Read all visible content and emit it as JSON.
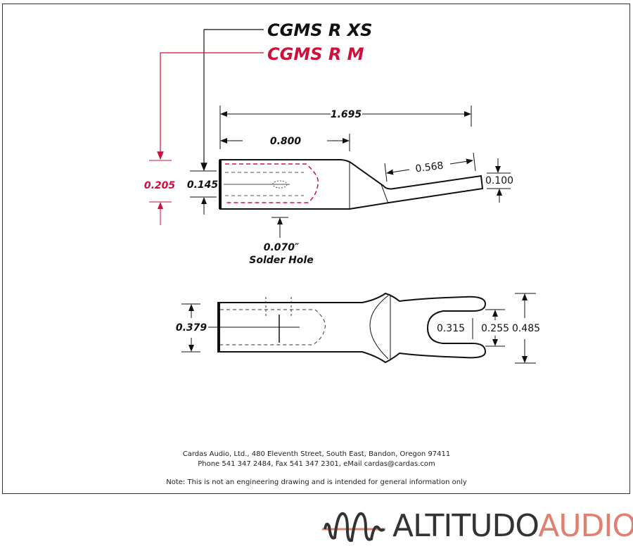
{
  "models": {
    "xs": "CGMS R XS",
    "m": "CGMS R M"
  },
  "colors": {
    "accent_red": "#d0103a",
    "logo_orange": "#e08070",
    "logo_dark": "#333333"
  },
  "side_view": {
    "overall_length": "1.695",
    "barrel_length": "0.800",
    "fork_length": "0.568",
    "tip_thickness": "0.100",
    "xs_height": "0.145",
    "m_height": "0.205",
    "solder_hole": "0.070″",
    "solder_hole_label": "Solder Hole"
  },
  "top_view": {
    "barrel_width": "0.379",
    "slot_depth": "0.315",
    "slot_width": "0.255",
    "fork_width": "0.485"
  },
  "footer": {
    "address": "Cardas Audio, Ltd., 480 Eleventh Street, South East, Bandon, Oregon 97411",
    "contact": "Phone 541 347 2484, Fax 541 347 2301, eMail cardas@cardas.com",
    "note": "Note:  This is not an engineering drawing and is intended for general information only"
  },
  "logo": {
    "part1": "ALTITUDO",
    "part2": "AUDIO"
  }
}
